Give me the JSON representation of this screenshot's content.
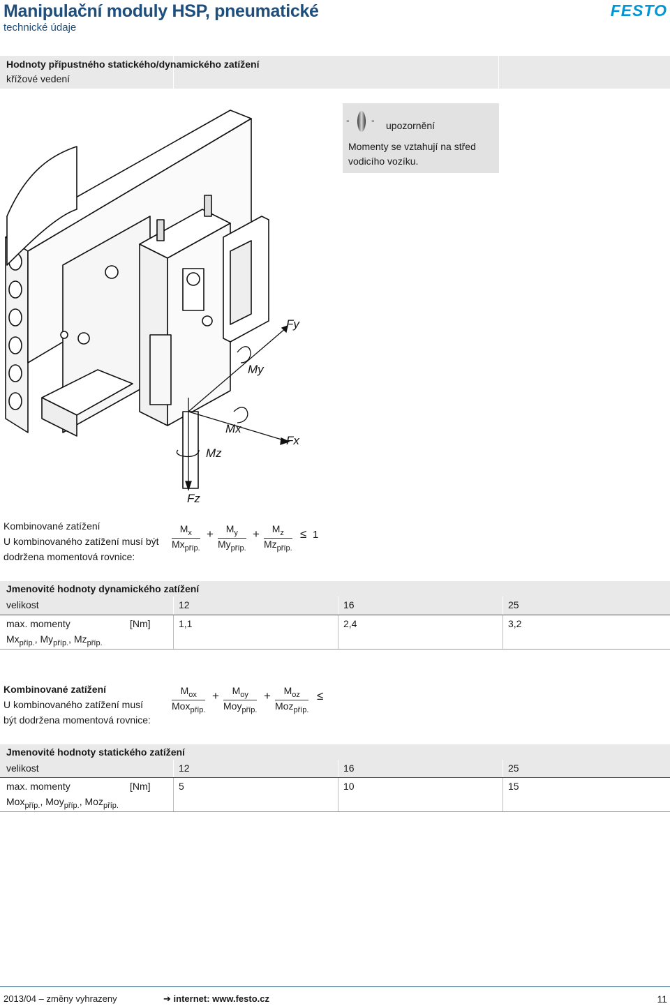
{
  "header": {
    "title": "Manipulační moduly HSP, pneumatické",
    "subtitle": "technické údaje",
    "brand": "FESTO"
  },
  "section1": {
    "title": "Hodnoty přípustného statického/dynamického zatížení",
    "subtitle": "křížové vedení"
  },
  "note": {
    "label": "upozornění",
    "text_line1": "Momenty se vztahují na střed",
    "text_line2": "vodicího vozíku."
  },
  "diagram": {
    "labels": {
      "fy": "Fy",
      "my": "My",
      "mx": "Mx",
      "fx": "Fx",
      "mz": "Mz",
      "fz": "Fz"
    }
  },
  "combined_dynamic": {
    "title": "Kombinované zatížení",
    "line1": "U kombinovaného zatížení musí být",
    "line2": "dodržena momentová rovnice:",
    "eq": {
      "n1": "M",
      "n1s": "x",
      "d1": "Mx",
      "d1s": "příp.",
      "n2": "M",
      "n2s": "y",
      "d2": "My",
      "d2s": "příp.",
      "n3": "M",
      "n3s": "z",
      "d3": "Mz",
      "d3s": "příp.",
      "plus": "+",
      "leq": "≤",
      "rhs": "1"
    }
  },
  "dynamic_table": {
    "title": "Jmenovité hodnoty dynamického zatížení",
    "size_label": "velikost",
    "sizes": [
      "12",
      "16",
      "25"
    ],
    "row_label": "max. momenty",
    "unit": "[Nm]",
    "values": [
      "1,1",
      "2,4",
      "3,2"
    ],
    "sub": {
      "a": "Mx",
      "b": "My",
      "c": "Mz",
      "s": "příp.",
      "sep": ","
    }
  },
  "combined_static": {
    "title": "Kombinované zatížení",
    "line1": "U kombinovaného zatížení musí",
    "line2": "být dodržena momentová rovnice:",
    "eq": {
      "n1": "M",
      "n1s": "ox",
      "d1": "Mox",
      "d1s": "příp.",
      "n2": "M",
      "n2s": "oy",
      "d2": "Moy",
      "d2s": "příp.",
      "n3": "M",
      "n3s": "oz",
      "d3": "Moz",
      "d3s": "příp.",
      "plus": "+",
      "leq": "≤"
    }
  },
  "static_table": {
    "title": "Jmenovité hodnoty statického zatížení",
    "size_label": "velikost",
    "sizes": [
      "12",
      "16",
      "25"
    ],
    "row_label": "max. momenty",
    "unit": "[Nm]",
    "values": [
      "5",
      "10",
      "15"
    ],
    "sub": {
      "a": "Mox",
      "b": "Moy",
      "c": "Moz",
      "s": "příp.",
      "sep": ","
    }
  },
  "footer": {
    "date": "2013/04",
    "dash": "–",
    "changes": "změny vyhrazeny",
    "link": "internet: www.festo.cz",
    "page": "11"
  }
}
